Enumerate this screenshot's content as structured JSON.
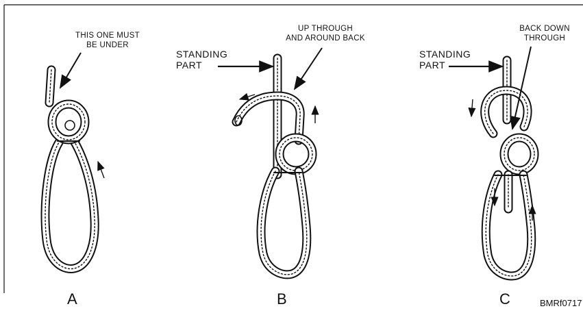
{
  "panels": [
    {
      "letter": "A",
      "note_line1": "THIS ONE MUST",
      "note_line2": "BE UNDER"
    },
    {
      "letter": "B",
      "side_line1": "STANDING",
      "side_line2": "PART",
      "note_line1": "UP THROUGH",
      "note_line2": "AND AROUND BACK"
    },
    {
      "letter": "C",
      "side_line1": "STANDING",
      "side_line2": "PART",
      "note_line1": "BACK DOWN",
      "note_line2": "THROUGH"
    }
  ],
  "figure_id": "BMRf0717"
}
